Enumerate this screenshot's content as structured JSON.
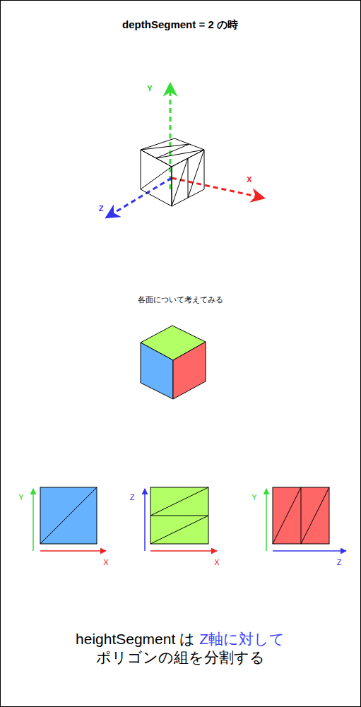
{
  "diagram": {
    "title": "depthSegment = 2 の時",
    "labels": [
      "Y",
      "X",
      "Z",
      "各面について考えてみる",
      "Y",
      "X",
      "Z",
      "X",
      "Y",
      "Z",
      "heightSegment は",
      "Z軸に対して",
      "ポリゴンの組を分割する"
    ]
  }
}
